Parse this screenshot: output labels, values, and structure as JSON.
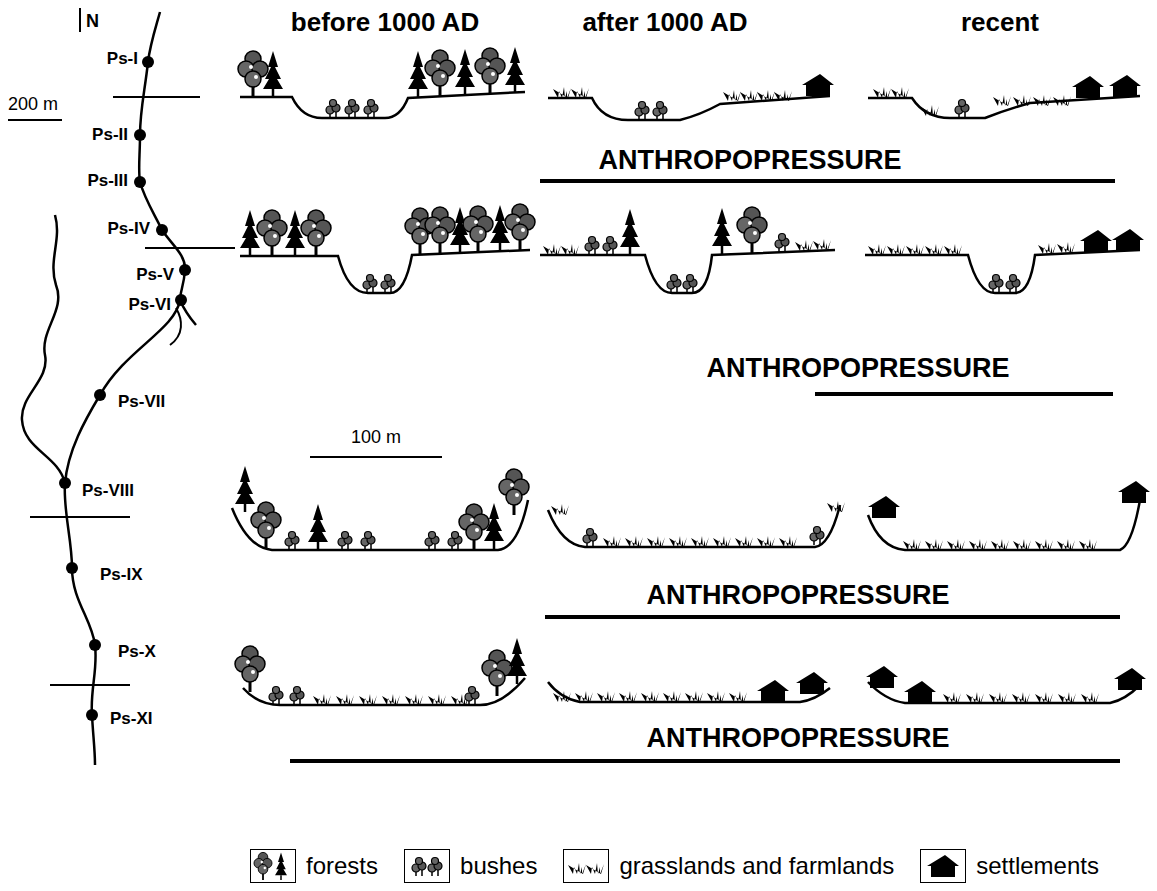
{
  "diagram": {
    "labels": [
      "before 1000 AD",
      "after 1000 AD",
      "recent",
      "N",
      "200 m",
      "Ps-I",
      "Ps-II",
      "Ps-III",
      "Ps-IV",
      "Ps-V",
      "Ps-VI",
      "Ps-VII",
      "Ps-VIII",
      "Ps-IX",
      "Ps-X",
      "Ps-XI",
      "ANTHROPOPRESSURE",
      "ANTHROPOPRESSURE",
      "ANTHROPOPRESSURE",
      "ANTHROPOPRESSURE",
      "100 m"
    ],
    "legend": [
      {
        "text": "forests"
      },
      {
        "text": "bushes"
      },
      {
        "text": "grasslands and farmlands"
      },
      {
        "text": "settlements"
      }
    ]
  }
}
